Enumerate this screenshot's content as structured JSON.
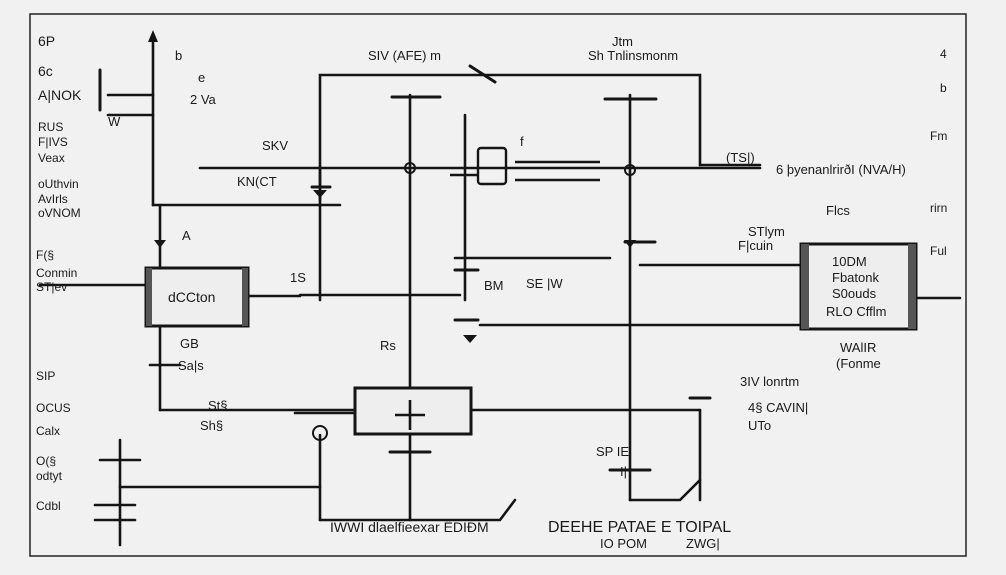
{
  "colors": {
    "ink": "#151515",
    "background": "#f1f1f1",
    "block_fill": "#eeeeee",
    "block_shade": "#555555"
  },
  "left_column": {
    "top": [
      "6P",
      "6c",
      "A|NOK"
    ],
    "mid": [
      "RUS",
      "F|IVS",
      "Veax",
      "oUthvin",
      "AvIrls",
      "oVNOM"
    ],
    "lower": [
      "F(§",
      "Conmin",
      "ST|ev"
    ],
    "bottom": [
      "SIP",
      "OCUS",
      "Calx",
      "O(§",
      "odtyt",
      "Cdbl"
    ]
  },
  "right_column": {
    "top": [
      "4",
      "b"
    ],
    "mid": [
      "Fm",
      "rirn",
      "Ful"
    ]
  },
  "labels": {
    "top_switch": "SIV (AFE) m",
    "top_right": "Jtm",
    "top_right_sub": "Sh Tnlinsmonm",
    "left_top_a": "b",
    "left_top_b": "e",
    "left_top_c": "2 Va",
    "left_marker": "W",
    "mid_left_a": "SKV",
    "mid_left_b": "KN(CT",
    "mid_right_label": "(TS|)",
    "mid_right_text": "6 þyenanlrirðI (NVA/H)",
    "osc_label": "f",
    "res_a": "A",
    "block_left": "dCCton",
    "block_left_sub": "GB",
    "block_left_sub2": "Sa|s",
    "mid_node_a": "1S",
    "mid_node_b": "SE |W",
    "mid_node_c": "BM",
    "right_block": [
      "10DM",
      "Fbatonk",
      "S0ouds",
      "RLO Cfflm"
    ],
    "right_block_top": "STlym",
    "right_block_top2": "F|cuin",
    "right_top_note": "Flcs",
    "right_under": "WAlIR",
    "right_under2": "(Fonme",
    "rs": "Rs",
    "bottom_left_a": "St§",
    "bottom_left_b": "Sh§",
    "right_lower_a": "3IV  lonrtm",
    "right_lower_b": "4§ CAVIN|",
    "right_lower_c": "UTo",
    "bottom_mid_a": "SP IE",
    "bottom_mid_b": "I|",
    "footer_left": "IWWI dlaelfieexar ËDIÐM",
    "footer_right": "DEEHE  PATAE  E  TOIPAL",
    "footer_right_sub": "IO POM",
    "footer_right_sub2": "ZWG|"
  }
}
